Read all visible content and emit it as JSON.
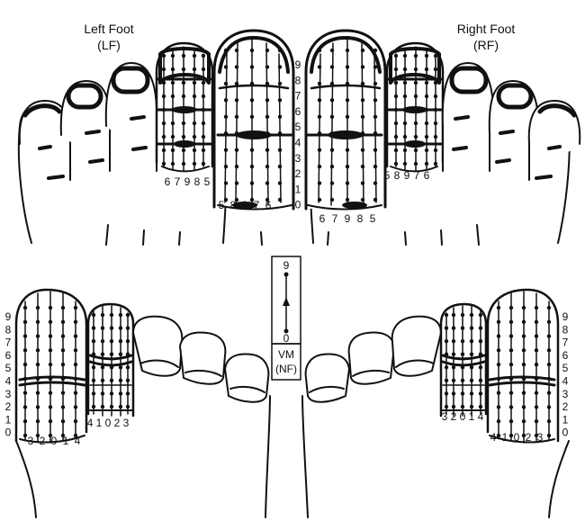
{
  "labels": {
    "left_foot_name": "Left Foot",
    "left_foot_abbr": "(LF)",
    "right_foot_name": "Right Foot",
    "right_foot_abbr": "(RF)",
    "vm_name": "VM",
    "vm_abbr": "(NF)"
  },
  "scale": {
    "top": "9",
    "bottom": "0",
    "ladder": [
      "9",
      "8",
      "7",
      "6",
      "5",
      "4",
      "3",
      "2",
      "1",
      "0"
    ]
  },
  "top_left_small_toe": [
    "6",
    "7",
    "9",
    "8",
    "5"
  ],
  "top_left_big_toe": [
    "5",
    "8",
    "9",
    "7",
    "6"
  ],
  "top_right_big_toe": [
    "6",
    "7",
    "9",
    "8",
    "5"
  ],
  "top_right_small_toe": [
    "5",
    "8",
    "9",
    "7",
    "6"
  ],
  "bottom_left_big_toe": [
    "3",
    "2",
    "0",
    "1",
    "4"
  ],
  "bottom_left_small_toe": [
    "4",
    "1",
    "0",
    "2",
    "3"
  ],
  "bottom_right_small_toe": [
    "3",
    "2",
    "0",
    "1",
    "4"
  ],
  "bottom_right_big_toe": [
    "4",
    "1",
    "0",
    "2",
    "3"
  ]
}
